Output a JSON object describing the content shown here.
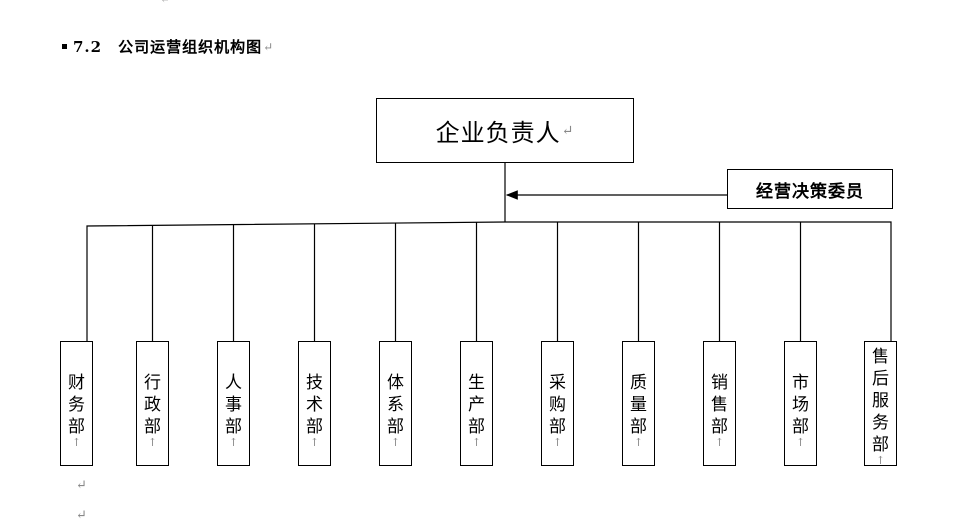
{
  "heading": {
    "section_number": "7.2",
    "title": "公司运营组织机构图",
    "return_mark": "↵"
  },
  "chart": {
    "root": {
      "label": "企业负责人"
    },
    "advisor": {
      "label": "经营决策委员"
    },
    "departments": [
      {
        "label": "财务部"
      },
      {
        "label": "行政部"
      },
      {
        "label": "人事部"
      },
      {
        "label": "技术部"
      },
      {
        "label": "体系部"
      },
      {
        "label": "生产部"
      },
      {
        "label": "采购部"
      },
      {
        "label": "质量部"
      },
      {
        "label": "销售部"
      },
      {
        "label": "市场部"
      },
      {
        "label": "售后服务部"
      }
    ]
  },
  "marks": {
    "paragraph": "↵",
    "cell": "↑"
  }
}
